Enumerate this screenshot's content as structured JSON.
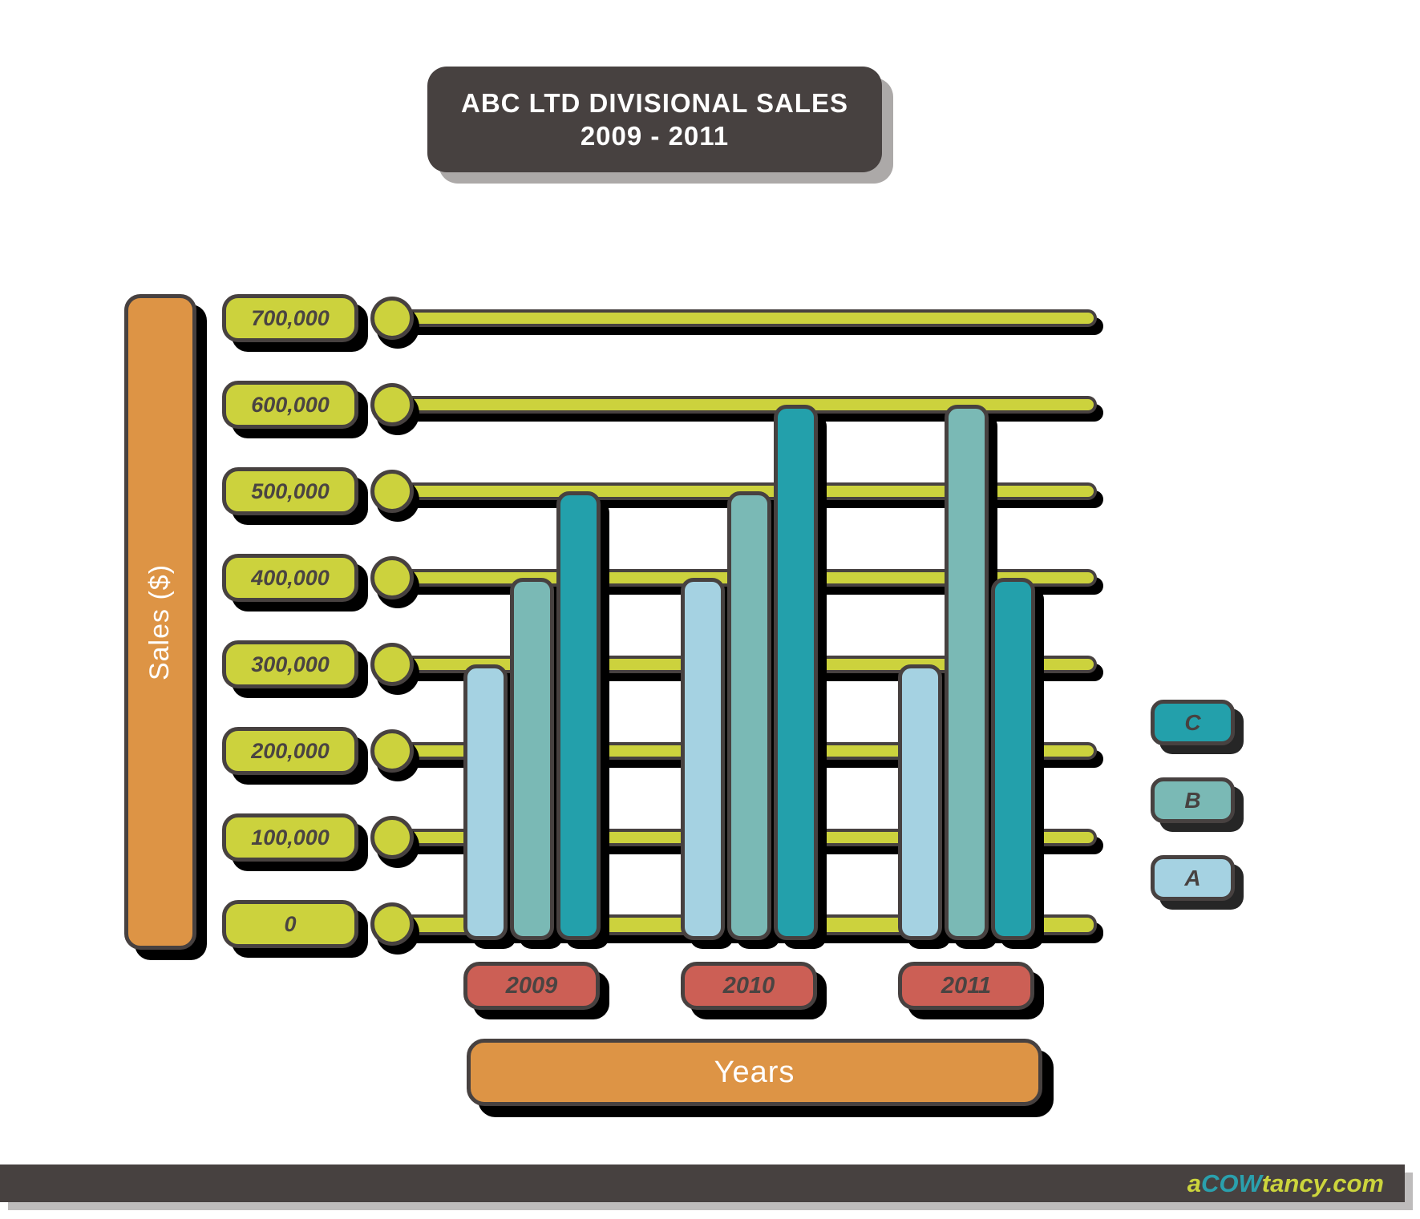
{
  "title": {
    "line1": "ABC LTD DIVISIONAL SALES",
    "line2": "2009 - 2011"
  },
  "axis": {
    "y_title": "Sales ($)",
    "x_title": "Years",
    "y_labels": [
      "700,000",
      "600,000",
      "500,000",
      "400,000",
      "300,000",
      "200,000",
      "100,000",
      "0"
    ],
    "years": [
      "2009",
      "2010",
      "2011"
    ]
  },
  "legend": {
    "items": [
      {
        "label": "C",
        "color": "#23a0ab"
      },
      {
        "label": "B",
        "color": "#7ab9b5"
      },
      {
        "label": "A",
        "color": "#a5d2e2"
      }
    ]
  },
  "footer": {
    "logo_prefix": "a",
    "logo_highlight": "COW",
    "logo_suffix": "tancy",
    "logo_domain": ".com"
  },
  "colors": {
    "series_a": "#a5d2e2",
    "series_b": "#7ab9b5",
    "series_c": "#23a0ab",
    "gridline": "#ccd23d",
    "axis_label_bg": "#ccd23d",
    "year_label_bg": "#cc5f55",
    "axis_title_bg": "#dd9445",
    "outline": "#474140",
    "title_bg": "#474140",
    "footer_bg": "#474140"
  },
  "chart_data": {
    "type": "bar",
    "title": "ABC LTD DIVISIONAL SALES 2009 - 2011",
    "categories": [
      "2009",
      "2010",
      "2011"
    ],
    "series": [
      {
        "name": "A",
        "color": "#a5d2e2",
        "values": [
          300000,
          400000,
          300000
        ]
      },
      {
        "name": "B",
        "color": "#7ab9b5",
        "values": [
          400000,
          500000,
          600000
        ]
      },
      {
        "name": "C",
        "color": "#23a0ab",
        "values": [
          500000,
          600000,
          400000
        ]
      }
    ],
    "xlabel": "Years",
    "ylabel": "Sales ($)",
    "ylim": [
      0,
      700000
    ],
    "ytick_interval": 100000,
    "grid": "horizontal",
    "legend_position": "right"
  }
}
